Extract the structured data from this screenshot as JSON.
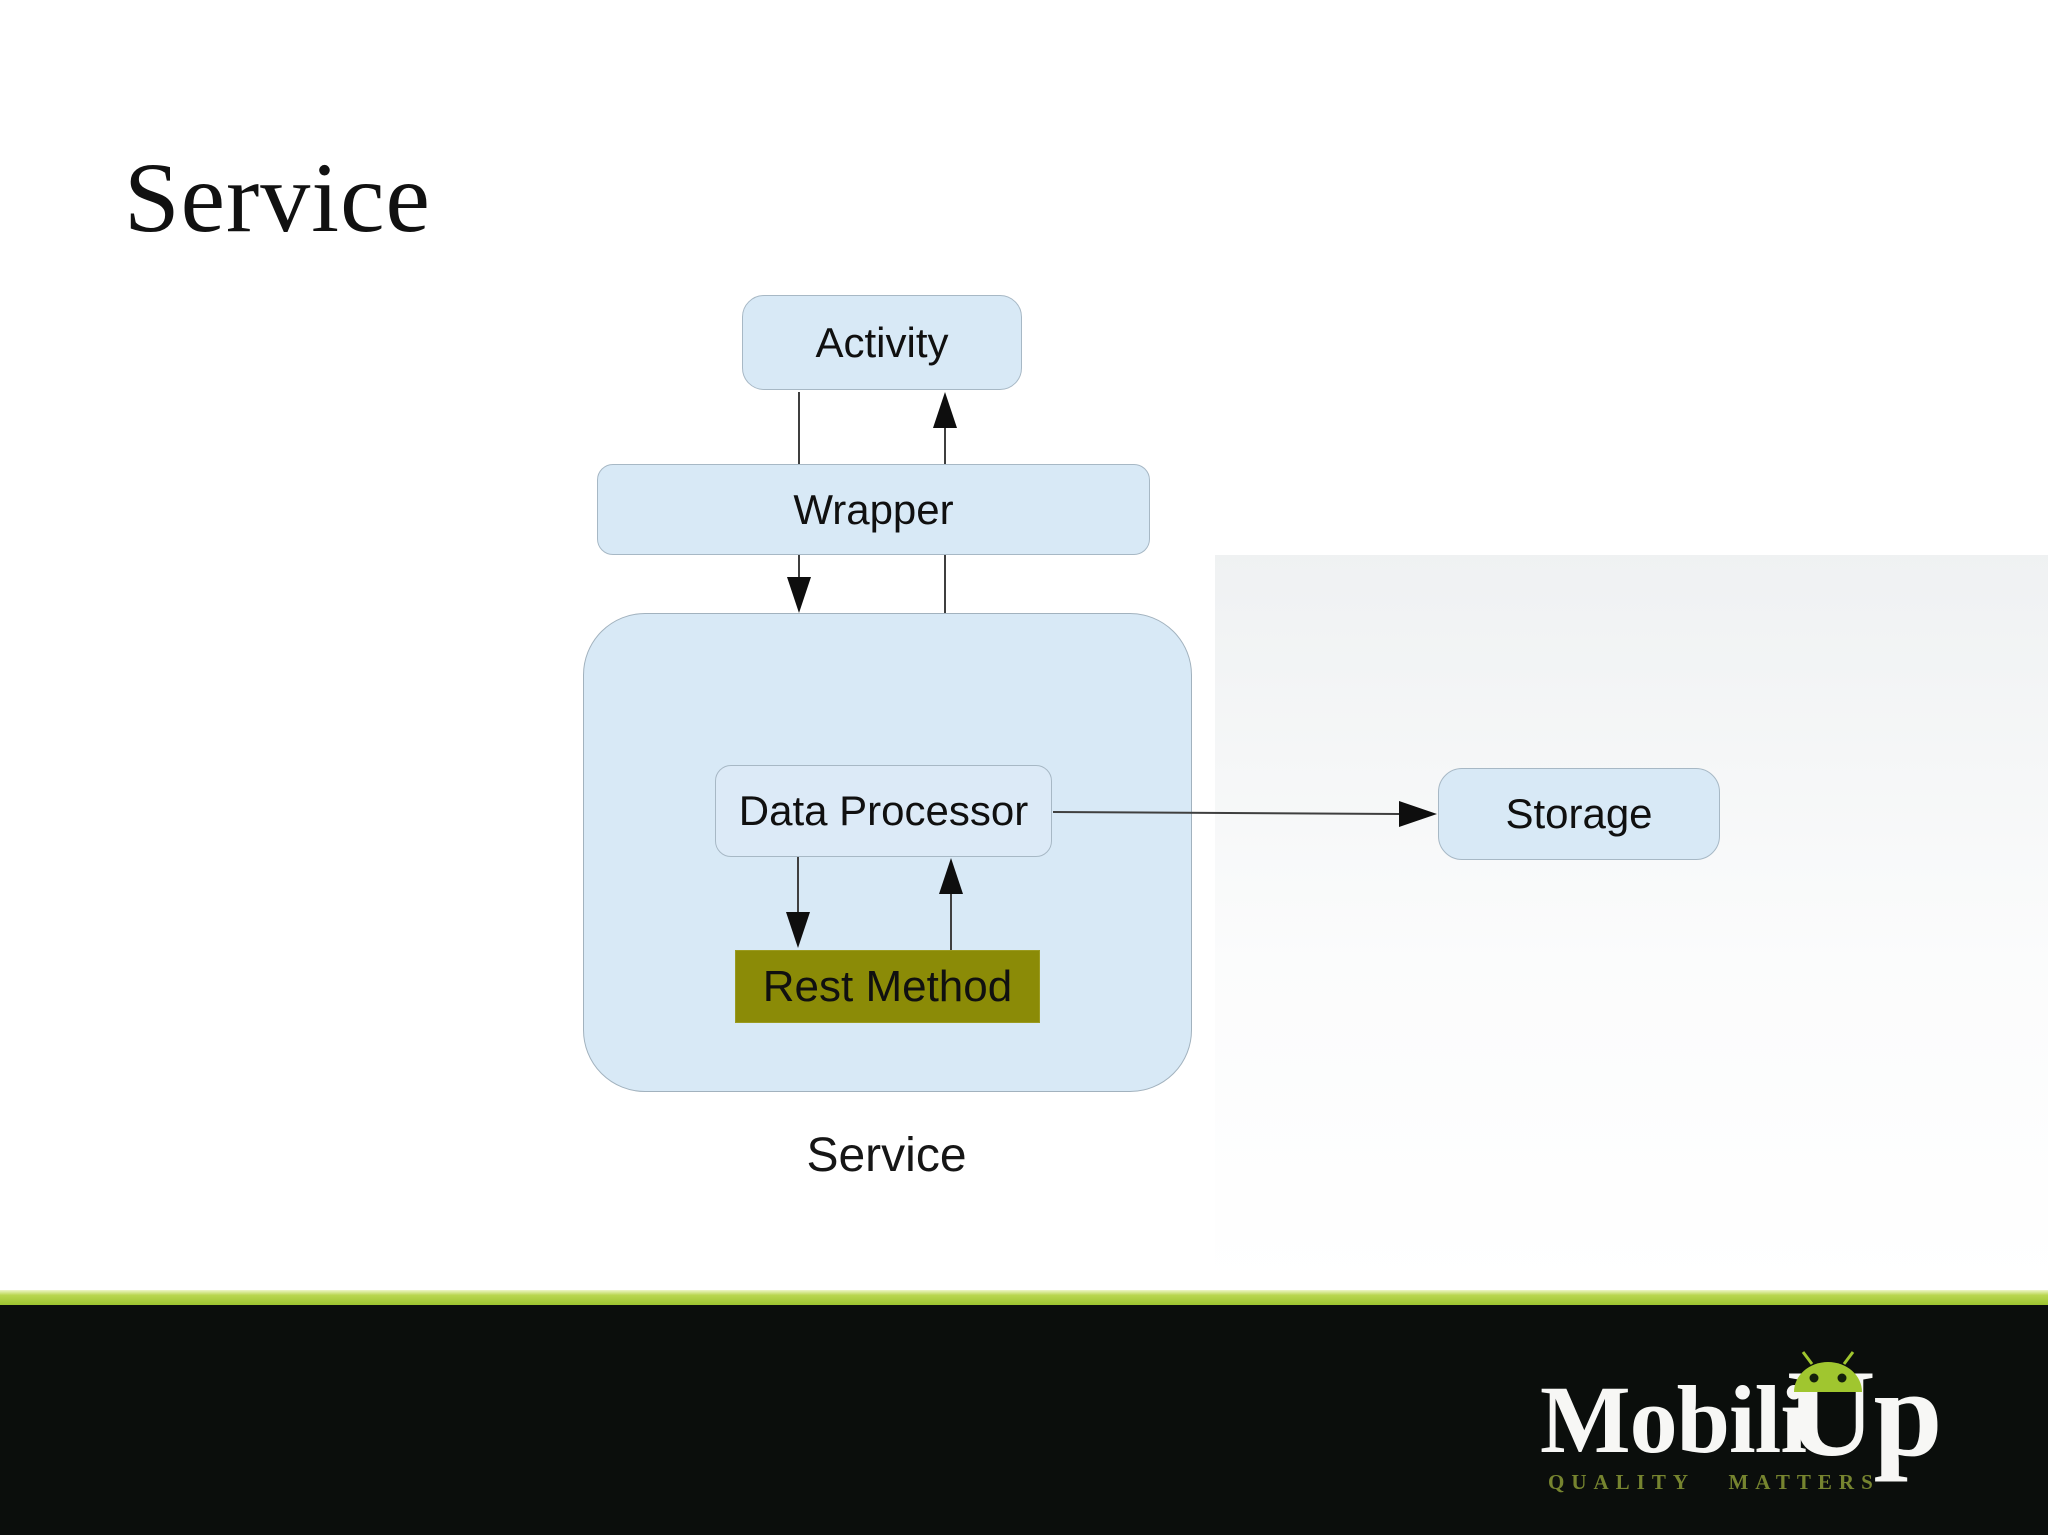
{
  "slide": {
    "title": "Service",
    "diagram": {
      "nodes": {
        "activity": {
          "label": "Activity"
        },
        "wrapper": {
          "label": "Wrapper"
        },
        "data_processor": {
          "label": "Data Processor"
        },
        "rest_method": {
          "label": "Rest Method"
        },
        "storage": {
          "label": "Storage"
        },
        "service_container": {
          "label": "Service"
        }
      },
      "edges": [
        {
          "from": "activity",
          "to": "service_container",
          "via": "wrapper",
          "direction": "down"
        },
        {
          "from": "service_container",
          "to": "activity",
          "via": "wrapper",
          "direction": "up"
        },
        {
          "from": "data_processor",
          "to": "rest_method",
          "direction": "down"
        },
        {
          "from": "rest_method",
          "to": "data_processor",
          "direction": "up"
        },
        {
          "from": "data_processor",
          "to": "storage",
          "direction": "right"
        }
      ]
    },
    "footer": {
      "brand_prefix": "Mobili",
      "brand_suffix": "Up",
      "tagline": "QUALITY MATTERS"
    },
    "icons": {
      "android_robot": "android-robot"
    },
    "colors": {
      "node_fill": "#d8e9f6",
      "node_border": "#a7b8c5",
      "rest_method_fill": "#8b8b07",
      "connector": "#3f3f3f",
      "accent_bar_green": "#9cc32f",
      "android_green": "#a0c62f",
      "tagline_green": "#76842f",
      "footer_background": "#0b0e0c",
      "text": "#101010"
    }
  }
}
